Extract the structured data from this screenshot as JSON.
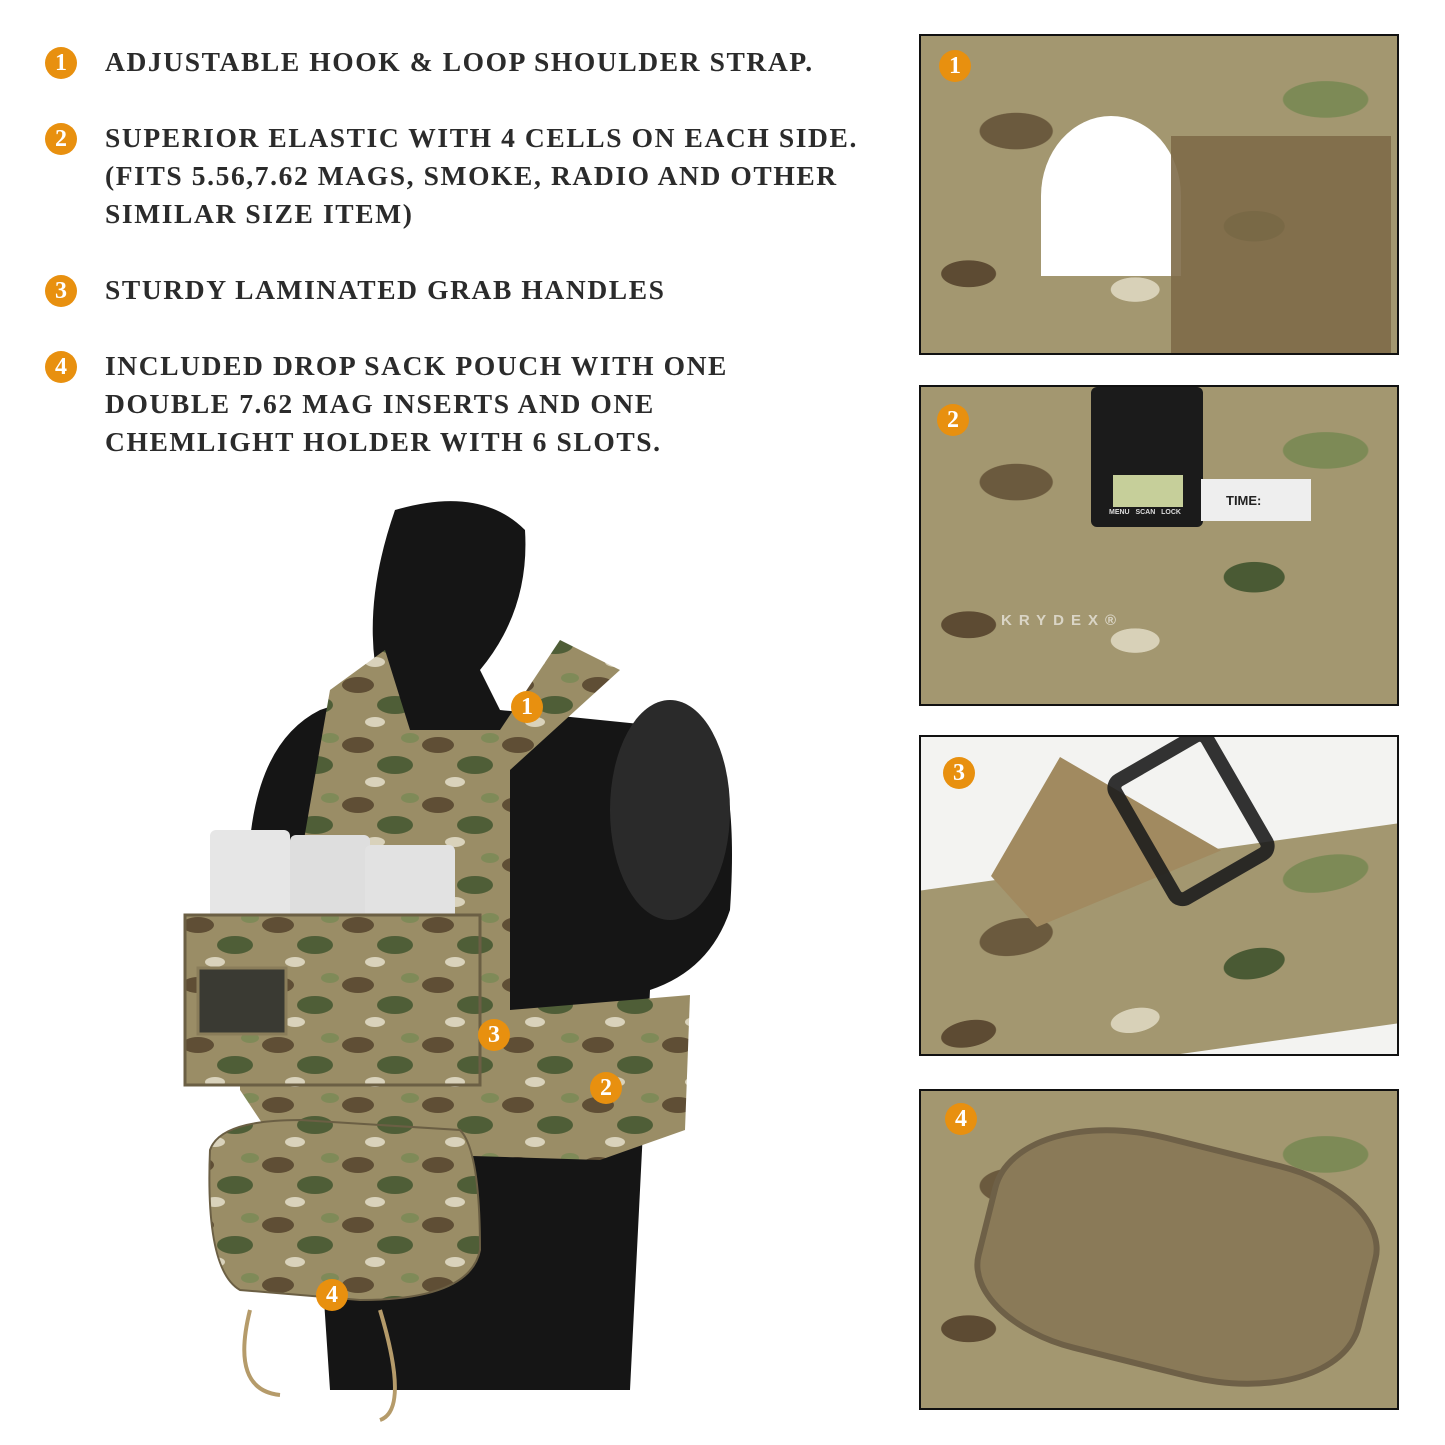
{
  "badge_color": "#e8900f",
  "features": [
    {
      "number": "1",
      "text": "ADJUSTABLE HOOK & LOOP SHOULDER STRAP."
    },
    {
      "number": "2",
      "text": "SUPERIOR ELASTIC WITH 4 CELLS ON EACH SIDE.\n(FITS 5.56,7.62 MAGS, SMOKE, RADIO AND OTHER\nSIMILAR SIZE ITEM)"
    },
    {
      "number": "3",
      "text": "STURDY LAMINATED GRAB HANDLES"
    },
    {
      "number": "4",
      "text": "INCLUDED DROP SACK POUCH WITH ONE\nDOUBLE 7.62 MAG INSERTS AND ONE\nCHEMLIGHT HOLDER WITH 6 SLOTS."
    }
  ],
  "main_image": {
    "callouts": [
      "1",
      "3",
      "2",
      "4"
    ]
  },
  "panels": [
    {
      "number": "1",
      "subject": "shoulder-strap"
    },
    {
      "number": "2",
      "subject": "elastic-cells",
      "label_text": "TIME:",
      "radio_buttons": "MENU   SCAN   LOCK",
      "watermark": "KRYDEX®"
    },
    {
      "number": "3",
      "subject": "grab-handle"
    },
    {
      "number": "4",
      "subject": "drop-sack-pouch"
    }
  ]
}
